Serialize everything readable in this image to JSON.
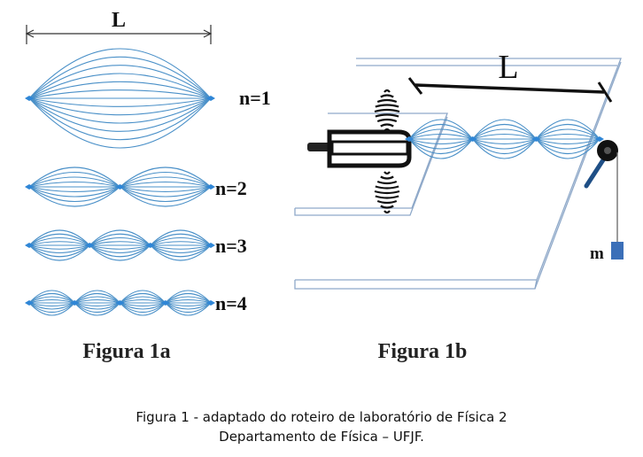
{
  "figure_1a": {
    "length_label": "L",
    "mode_labels": [
      "n=1",
      "n=2",
      "n=3",
      "n=4"
    ],
    "title": "Figura 1a"
  },
  "figure_1b": {
    "length_label": "L",
    "mass_label": "m",
    "title": "Figura 1b"
  },
  "caption": {
    "line1": "Figura 1 - adaptado do roteiro de laboratório de Física 2",
    "line2": "Departamento de Física – UFJF."
  },
  "colors": {
    "wave": "#4a90c8",
    "node": "#2f86d6",
    "ink": "#111111",
    "plate": "#8fa9c9",
    "mass": "#3b6fb8"
  }
}
